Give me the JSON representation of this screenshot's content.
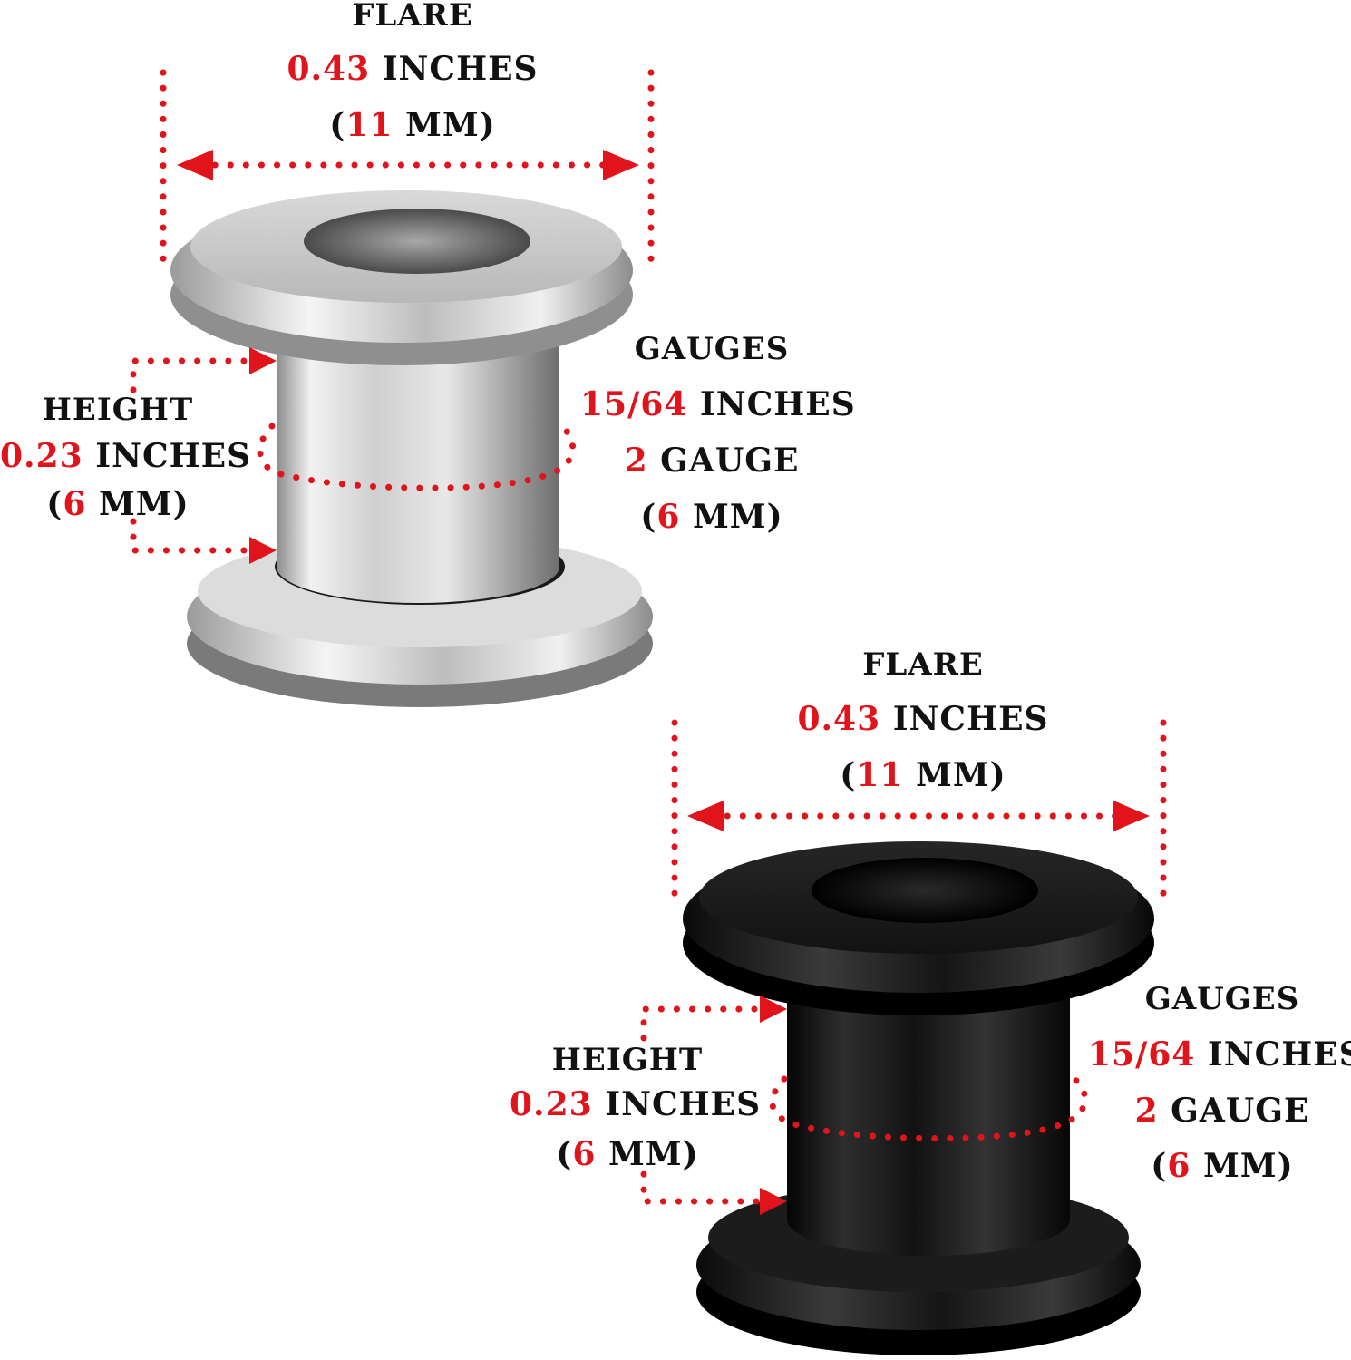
{
  "accent_color": "#e1141c",
  "text_color": "#111111",
  "items": [
    {
      "finish": "silver",
      "flare": {
        "title": "FLARE",
        "value": "0.43",
        "unit": "INCHES",
        "metric_value": "11",
        "metric_unit": "MM"
      },
      "height": {
        "title": "HEIGHT",
        "value": "0.23",
        "unit": "INCHES",
        "metric_value": "6",
        "metric_unit": "MM"
      },
      "gauges": {
        "title": "GAUGES",
        "value": "15/64",
        "unit": "INCHES",
        "gauge_value": "2",
        "gauge_unit": "GAUGE",
        "metric_value": "6",
        "metric_unit": "MM"
      }
    },
    {
      "finish": "black",
      "flare": {
        "title": "FLARE",
        "value": "0.43",
        "unit": "INCHES",
        "metric_value": "11",
        "metric_unit": "MM"
      },
      "height": {
        "title": "HEIGHT",
        "value": "0.23",
        "unit": "INCHES",
        "metric_value": "6",
        "metric_unit": "MM"
      },
      "gauges": {
        "title": "GAUGES",
        "value": "15/64",
        "unit": "INCHES",
        "gauge_value": "2",
        "gauge_unit": "GAUGE",
        "metric_value": "6",
        "metric_unit": "MM"
      }
    }
  ]
}
